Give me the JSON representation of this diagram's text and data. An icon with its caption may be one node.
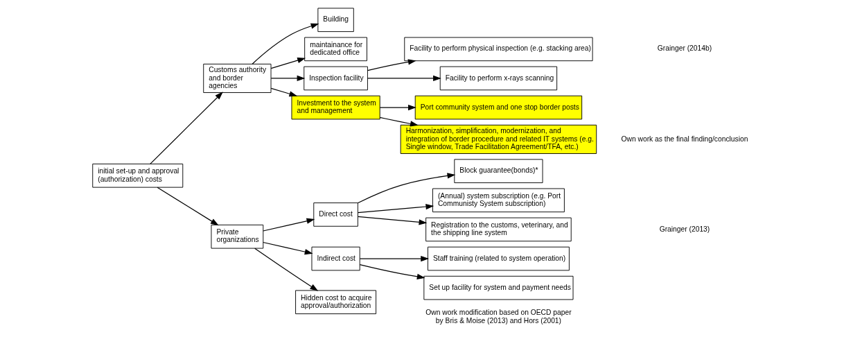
{
  "diagram": {
    "nodes": [
      {
        "text": [
          "initial set-up and approval (authorization) costs"
        ]
      },
      {
        "text": [
          "Customs authority and border agencies"
        ]
      },
      {
        "text": [
          "Building"
        ]
      },
      {
        "text": [
          "maintainance for dedicated office"
        ]
      },
      {
        "text": [
          "Inspection facility"
        ]
      },
      {
        "text": [
          "Facility to perform physical inspection (e.g. stacking area)"
        ]
      },
      {
        "text": [
          "Facility to perform x-rays scanning"
        ]
      },
      {
        "text": [
          "Investment to the system and management"
        ]
      },
      {
        "text": [
          "Port community system and one stop border posts"
        ]
      },
      {
        "text": [
          "Harmonization, simplification, modernization, and integration of border procedure and related IT systems (e.g. Single window, Trade Facilitation Agreement/TFA, etc.)"
        ]
      },
      {
        "text": [
          "Private organizations"
        ]
      },
      {
        "text": [
          "Direct cost"
        ]
      },
      {
        "text": [
          "Block guarantee(bonds)*"
        ]
      },
      {
        "text": [
          "(Annual) system subscription (e.g. Port Communisty System subscription)"
        ]
      },
      {
        "text": [
          "Registration to the customs, veterinary, and the shipping line system"
        ]
      },
      {
        "text": [
          "Indirect cost"
        ]
      },
      {
        "text": [
          "Staff training (related to system operation)"
        ]
      },
      {
        "text": [
          "Set up facility for system and payment needs"
        ]
      },
      {
        "text": [
          "Hidden cost to acquire approval/authorization"
        ]
      }
    ],
    "edges": [
      {
        "from": 0,
        "to": 1,
        "arrow": "to"
      },
      {
        "from": 1,
        "to": 2,
        "arrow": "to"
      },
      {
        "from": 1,
        "to": 3,
        "arrow": "to"
      },
      {
        "from": 1,
        "to": 4,
        "arrow": "to"
      },
      {
        "from": 4,
        "to": 5,
        "arrow": "to"
      },
      {
        "from": 4,
        "to": 6,
        "arrow": "to"
      },
      {
        "from": 1,
        "to": 7,
        "arrow": "to"
      },
      {
        "from": 7,
        "to": 8,
        "arrow": "to"
      },
      {
        "from": 7,
        "to": 9,
        "arrow": "to"
      },
      {
        "from": 0,
        "to": 10,
        "arrow": "to"
      },
      {
        "from": 10,
        "to": 11,
        "arrow": "to"
      },
      {
        "from": 11,
        "to": 12,
        "arrow": "to"
      },
      {
        "from": 11,
        "to": 13,
        "arrow": "to"
      },
      {
        "from": 11,
        "to": 14,
        "arrow": "to"
      },
      {
        "from": 10,
        "to": 15,
        "arrow": "to"
      },
      {
        "from": 15,
        "to": 16,
        "arrow": "to"
      },
      {
        "from": 15,
        "to": 17,
        "arrow": "to"
      },
      {
        "from": 10,
        "to": 18,
        "arrow": "to"
      }
    ],
    "labels": [
      "Grainger (2014b)",
      "Own work as the final finding/conclusion",
      "Grainger (2013)",
      "Own work modification based on OECD paper by Bris & Moise (2013) and Hors (2001)"
    ]
  }
}
